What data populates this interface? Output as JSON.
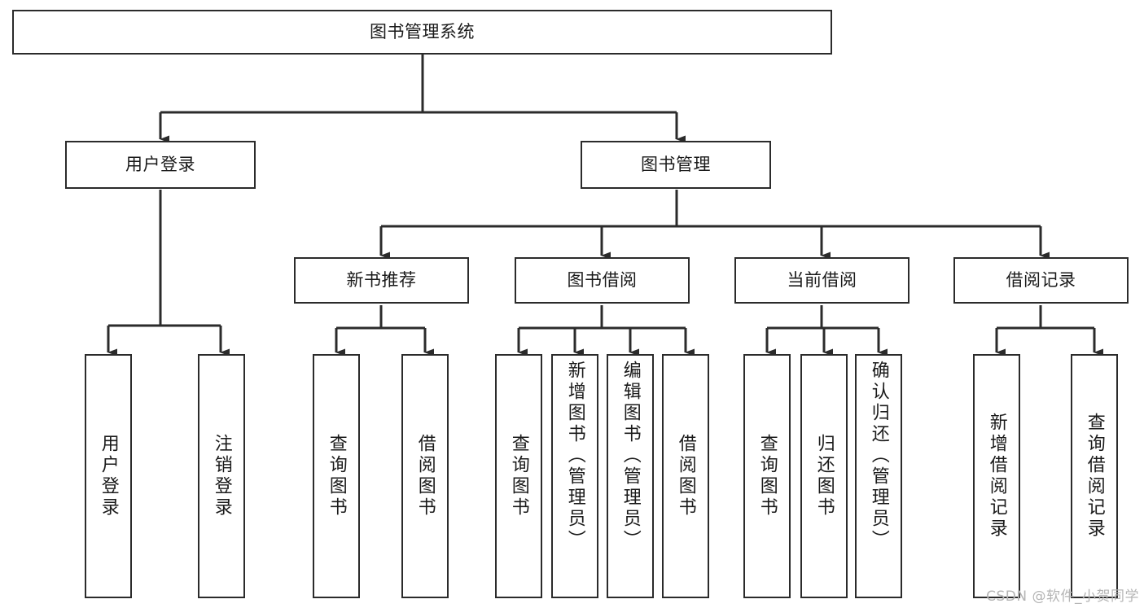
{
  "diagram": {
    "title": "图书管理系统",
    "type": "tree",
    "orientation": "top-down",
    "colors": {
      "node_border": "#2b2b2b",
      "node_fill": "#ffffff",
      "edge": "#2b2b2b",
      "background": "#ffffff",
      "watermark": "#b5b5b5"
    },
    "nodes": {
      "root": {
        "label": "图书管理系统",
        "level": 0
      },
      "l1": [
        {
          "id": "user_login",
          "label": "用户登录",
          "level": 1
        },
        {
          "id": "book_manage",
          "label": "图书管理",
          "level": 1
        }
      ],
      "l2": [
        {
          "id": "new_book_rec",
          "label": "新书推荐",
          "level": 2,
          "parent": "book_manage"
        },
        {
          "id": "book_borrow",
          "label": "图书借阅",
          "level": 2,
          "parent": "book_manage"
        },
        {
          "id": "current_borrow",
          "label": "当前借阅",
          "level": 2,
          "parent": "book_manage"
        },
        {
          "id": "borrow_record",
          "label": "借阅记录",
          "level": 2,
          "parent": "book_manage"
        }
      ],
      "leaves": [
        {
          "id": "leaf_user_login",
          "label": "用户登录",
          "parent": "user_login"
        },
        {
          "id": "leaf_logout",
          "label": "注销登录",
          "parent": "user_login"
        },
        {
          "id": "leaf_query_book_1",
          "label": "查询图书",
          "parent": "new_book_rec"
        },
        {
          "id": "leaf_borrow_book_1",
          "label": "借阅图书",
          "parent": "new_book_rec"
        },
        {
          "id": "leaf_query_book_2",
          "label": "查询图书",
          "parent": "book_borrow"
        },
        {
          "id": "leaf_add_book",
          "label": "新增图书（管理员）",
          "parent": "book_borrow"
        },
        {
          "id": "leaf_edit_book",
          "label": "编辑图书（管理员）",
          "parent": "book_borrow"
        },
        {
          "id": "leaf_borrow_book_2",
          "label": "借阅图书",
          "parent": "book_borrow"
        },
        {
          "id": "leaf_query_book_3",
          "label": "查询图书",
          "parent": "current_borrow"
        },
        {
          "id": "leaf_return_book",
          "label": "归还图书",
          "parent": "current_borrow"
        },
        {
          "id": "leaf_confirm_return",
          "label": "确认归还（管理员）",
          "parent": "current_borrow"
        },
        {
          "id": "leaf_add_record",
          "label": "新增借阅记录",
          "parent": "borrow_record"
        },
        {
          "id": "leaf_query_record",
          "label": "查询借阅记录",
          "parent": "borrow_record"
        }
      ]
    }
  },
  "watermark": {
    "text": "CSDN @软件_小贺同学"
  }
}
